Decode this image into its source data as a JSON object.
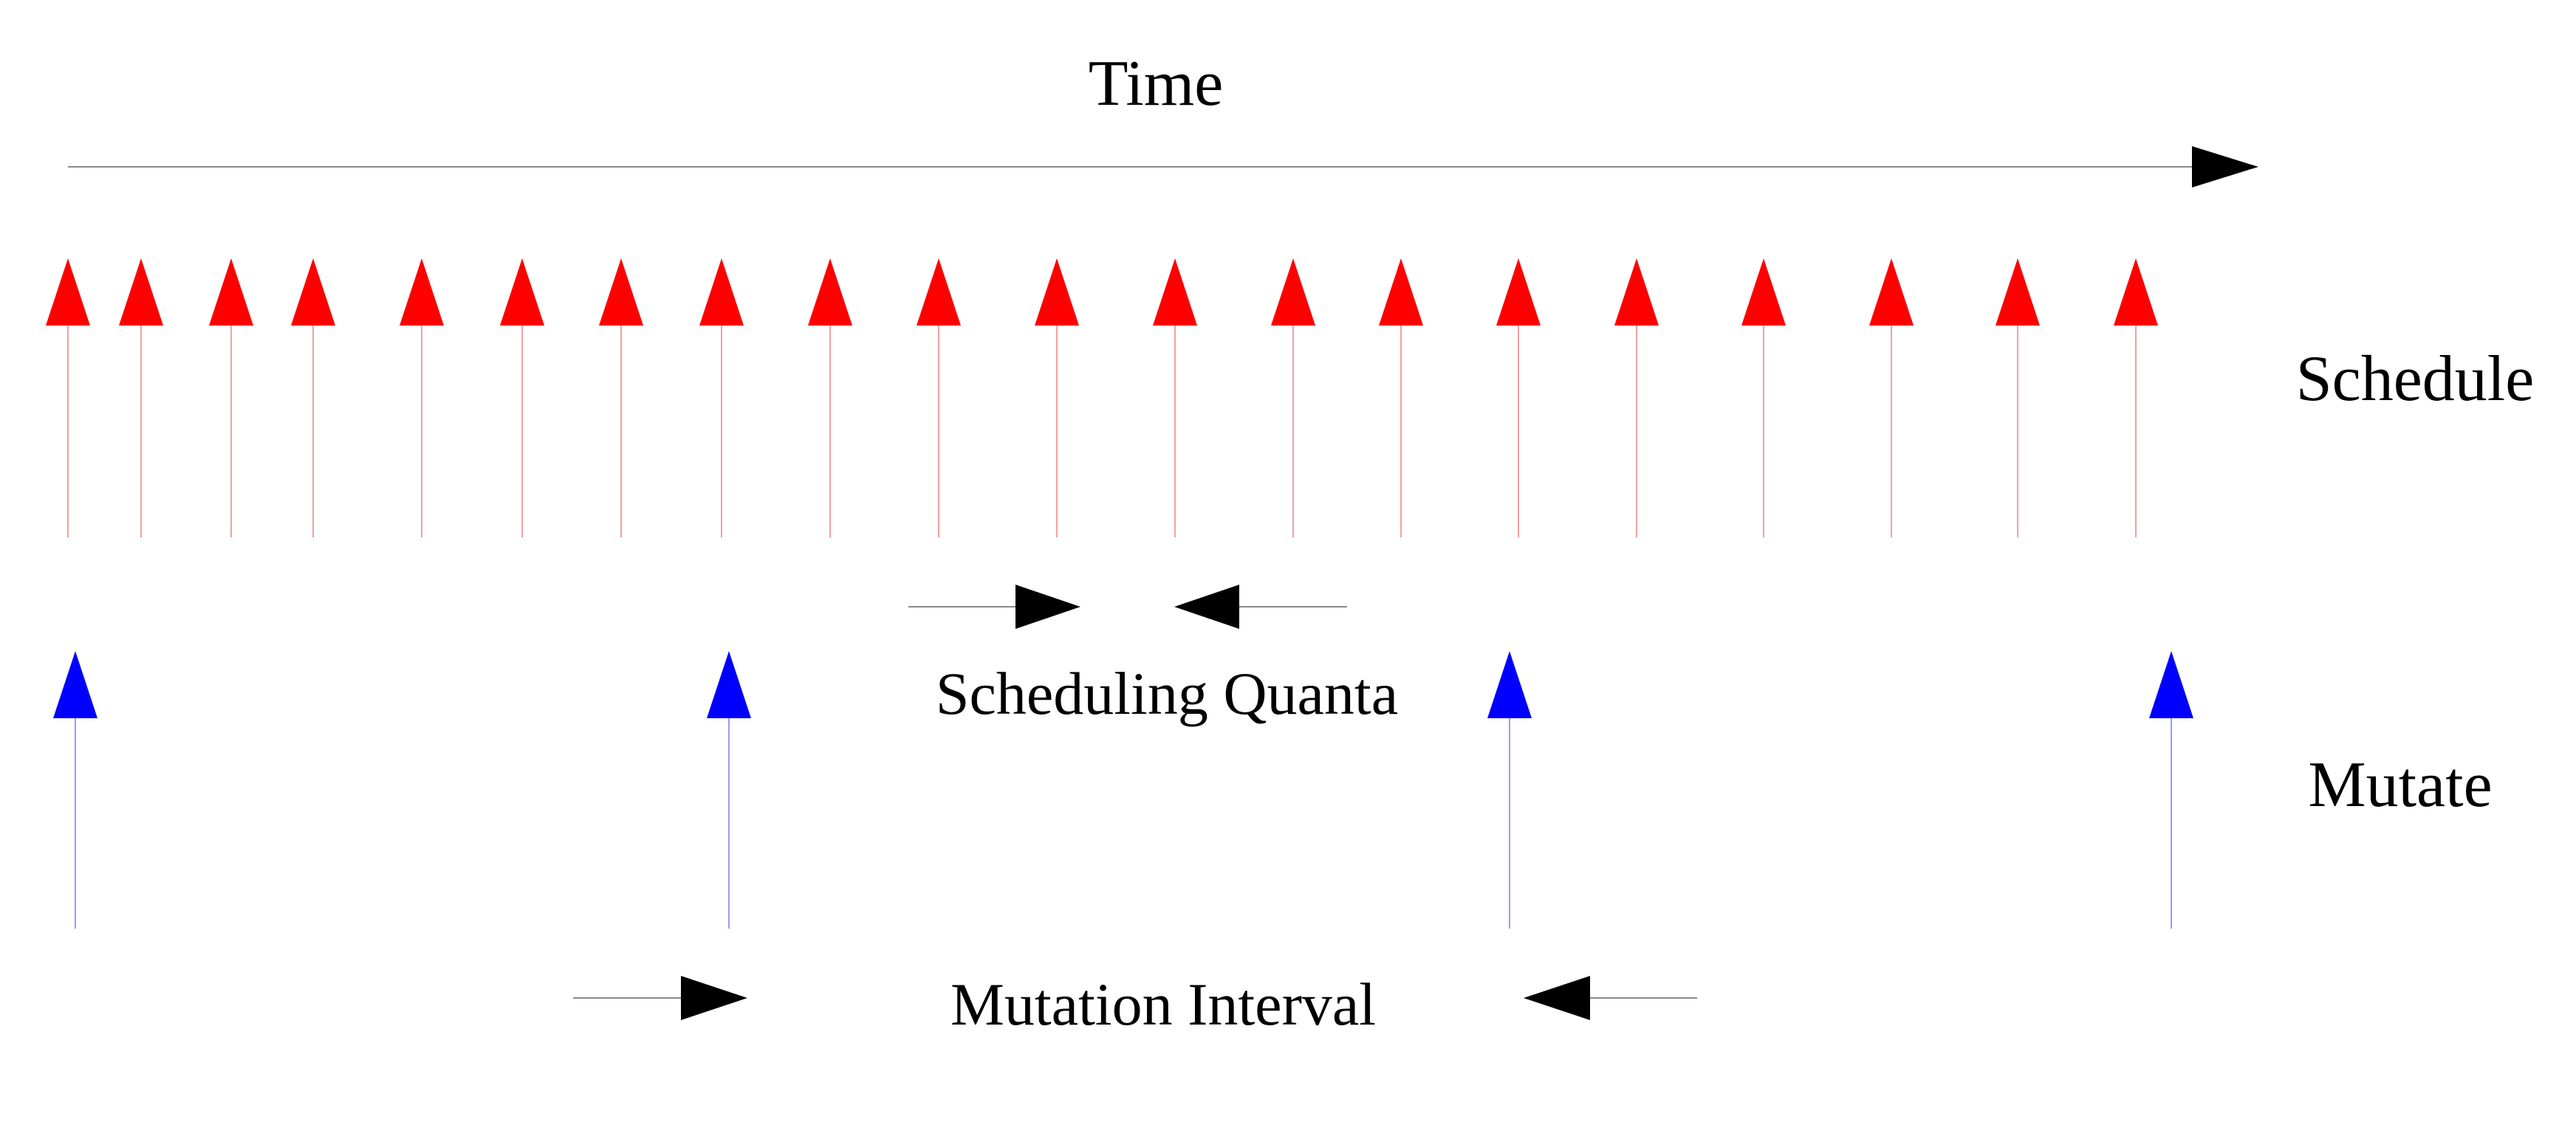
{
  "labels": {
    "time": "Time",
    "schedule": "Schedule",
    "mutate": "Mutate",
    "scheduling_quanta": "Scheduling Quanta",
    "mutation_interval": "Mutation Interval"
  },
  "colors": {
    "schedule_arrow": "#ff0000",
    "schedule_stem": "#f4a0a0",
    "mutate_arrow": "#0000ff",
    "mutate_stem": "#9a9af5",
    "axis": "#000000",
    "axis_line": "#8a8a8a",
    "background": "#ffffff"
  },
  "schedule_event_count": 20,
  "mutate_event_count": 4
}
